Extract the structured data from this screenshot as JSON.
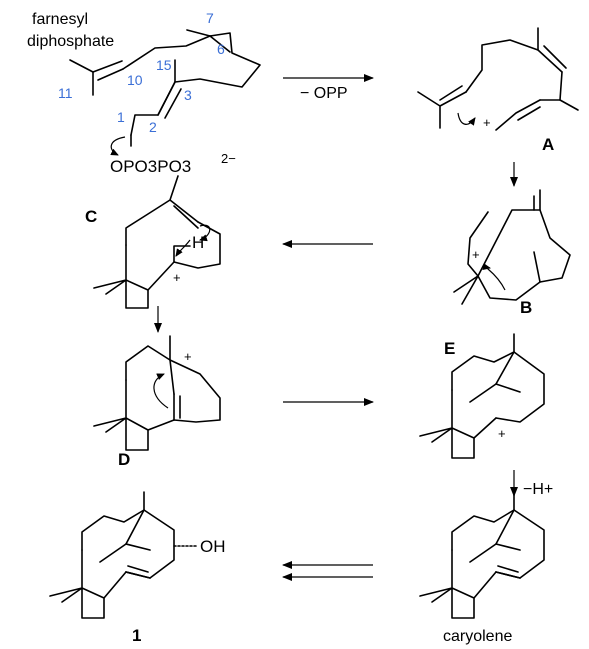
{
  "labels": {
    "start_name_line1": "farnesyl",
    "start_name_line2": "diphosphate",
    "leaving_group": "OPO3PO3",
    "leaving_group_charge": "2−",
    "step1_reagent": "− OPP",
    "step_final_reagent": "−H+",
    "compound_A": "A",
    "compound_B": "B",
    "compound_C": "C",
    "compound_D": "D",
    "compound_E": "E",
    "product_1": "1",
    "caryolene": "caryolene",
    "hydroxyl": "OH",
    "hydrogen": "H",
    "plus": "+"
  },
  "atom_numbers": [
    "7",
    "6",
    "15",
    "10",
    "3",
    "11",
    "1",
    "2"
  ],
  "colors": {
    "atom_number": "#3B6FD6",
    "ink": "#000000"
  }
}
